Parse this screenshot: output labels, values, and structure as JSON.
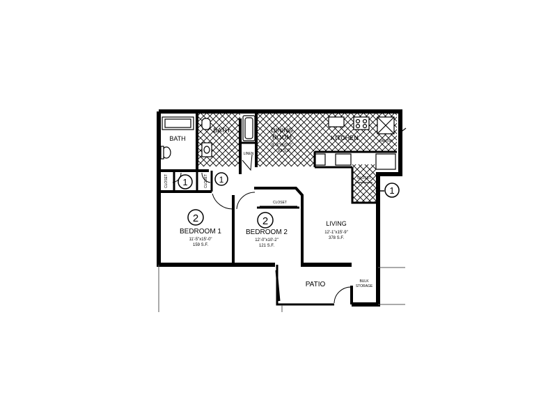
{
  "rooms": {
    "bath1": {
      "name": "BATH"
    },
    "bath2": {
      "name": "BATH"
    },
    "dining": {
      "name": "DINING",
      "name2": "ROOM",
      "dims": "9'-3\"x10'-0\"",
      "area": "93 S.F."
    },
    "kitchen": {
      "name": "KITCHEN"
    },
    "pantry": {
      "name": "PANTRY"
    },
    "linen": {
      "name": "LINEN"
    },
    "closet_a": {
      "name": "CLOSET"
    },
    "closet_b": {
      "name": "CLOSET"
    },
    "closet_c": {
      "name": "CLOSET"
    },
    "closet_hall": {
      "name": "CLOSET"
    },
    "bedroom1": {
      "name": "BEDROOM 1",
      "dims": "11'-5\"x15'-0\"",
      "area": "159 S.F."
    },
    "bedroom2": {
      "name": "BEDROOM 2",
      "dims": "12'-0\"x10'-2\"",
      "area": "121 S.F."
    },
    "living": {
      "name": "LIVING",
      "dims": "12'-1\"x15'-9\"",
      "area": "378 S.F."
    },
    "patio": {
      "name": "PATIO"
    },
    "storage": {
      "name": "BULK",
      "name2": "STORAGE"
    }
  },
  "markers": {
    "m1": "1",
    "m2": "1",
    "m3": "1",
    "m4": "2",
    "m5": "2"
  },
  "colors": {
    "ink": "#000000",
    "paper": "#ffffff"
  }
}
